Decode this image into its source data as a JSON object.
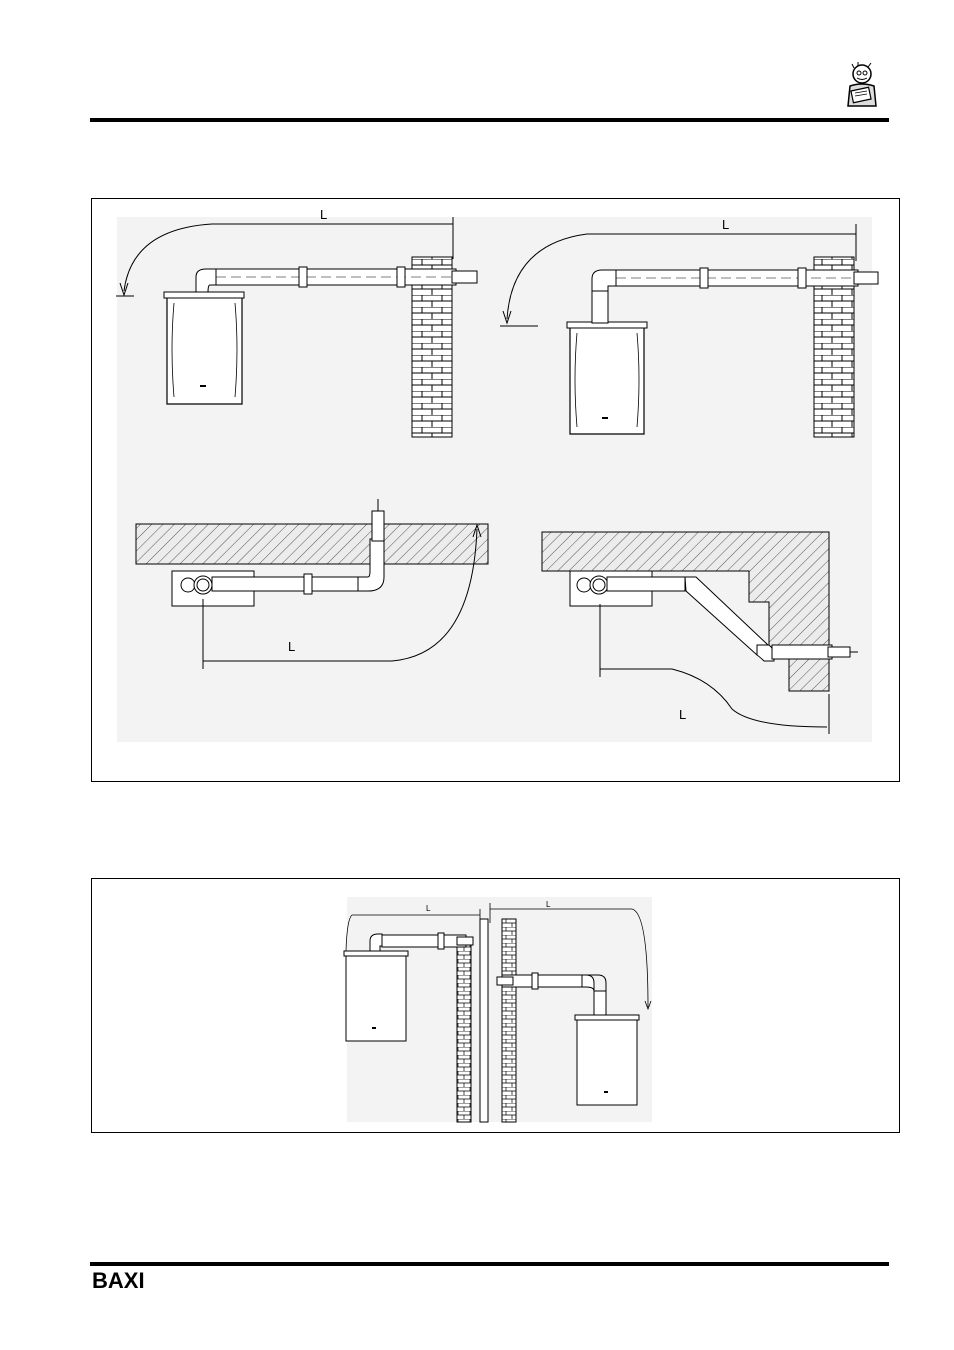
{
  "header": {
    "icon": "technician-reading-manual-icon"
  },
  "figure1": {
    "dimension_labels": {
      "top_left": "L",
      "top_right": "L",
      "bottom_left": "L",
      "bottom_right": "L"
    }
  },
  "figure2": {
    "dimension_labels": {
      "left": "L",
      "right": "L"
    }
  },
  "footer": {
    "brand": "BAXI"
  },
  "colors": {
    "line": "#000000",
    "hatch_bg": "#e9e9e9",
    "paper": "#ffffff"
  }
}
